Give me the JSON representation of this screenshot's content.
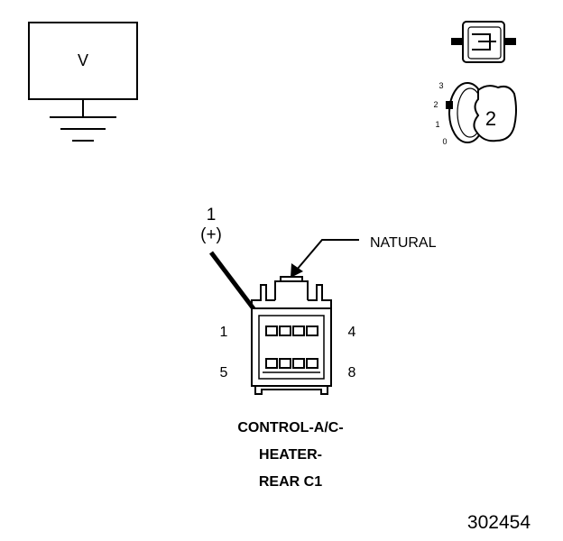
{
  "meter": {
    "label": "V"
  },
  "switch_icon": {
    "positions": [
      "3",
      "2",
      "1",
      "0"
    ],
    "selected": "2"
  },
  "probe": {
    "pin_label": "1",
    "polarity": "(+)"
  },
  "connector": {
    "color_callout": "NATURAL",
    "pin_left_top": "1",
    "pin_right_top": "4",
    "pin_left_bottom": "5",
    "pin_right_bottom": "8",
    "name_lines": [
      "CONTROL-A/C-",
      "HEATER-",
      "REAR C1"
    ]
  },
  "figure_number": "302454"
}
